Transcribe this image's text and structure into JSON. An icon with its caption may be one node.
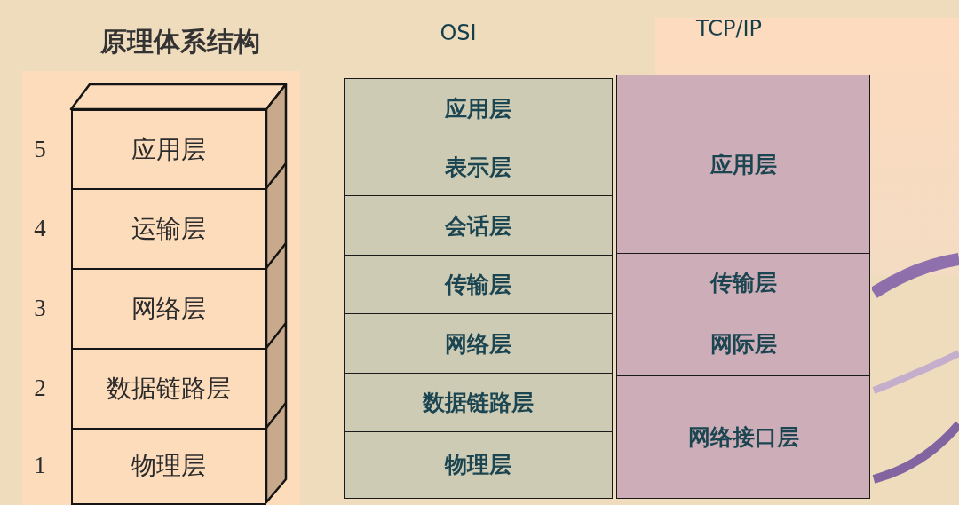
{
  "diagram": {
    "nodes": [
      {
        "text": [
          "应用层"
        ],
        "beside": [
          "5"
        ]
      },
      {
        "text": [
          "运输层"
        ],
        "beside": [
          "4"
        ]
      },
      {
        "text": [
          "网络层"
        ],
        "beside": [
          "3"
        ]
      },
      {
        "text": [
          "数据链路层"
        ],
        "beside": [
          "2"
        ]
      },
      {
        "text": [
          "物理层"
        ],
        "beside": [
          "1"
        ]
      },
      {
        "text": [
          "应用层"
        ]
      },
      {
        "text": [
          "表示层"
        ]
      },
      {
        "text": [
          "会话层"
        ]
      },
      {
        "text": [
          "传输层"
        ]
      },
      {
        "text": [
          "网络层"
        ]
      },
      {
        "text": [
          "数据链路层"
        ]
      },
      {
        "text": [
          "物理层"
        ]
      },
      {
        "text": [
          "应用层"
        ]
      },
      {
        "text": [
          "传输层"
        ]
      },
      {
        "text": [
          "网际层"
        ]
      },
      {
        "text": [
          "网络接口层"
        ]
      }
    ],
    "labels": [
      "原理体系结构",
      "OSI",
      "TCP/IP"
    ]
  }
}
